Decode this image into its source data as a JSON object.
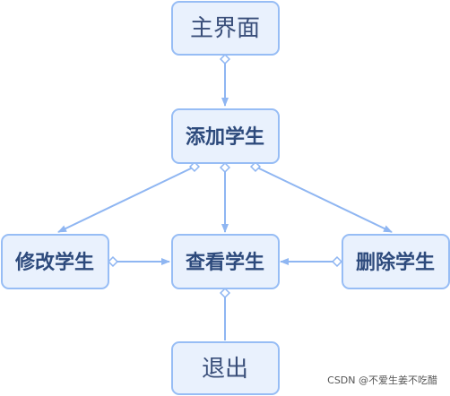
{
  "nodes": {
    "main_menu": "主界面",
    "add_student": "添加学生",
    "modify_student": "修改学生",
    "view_student": "查看学生",
    "delete_student": "删除学生",
    "exit": "退出"
  },
  "watermark": "CSDN @不爱生姜不吃醋"
}
